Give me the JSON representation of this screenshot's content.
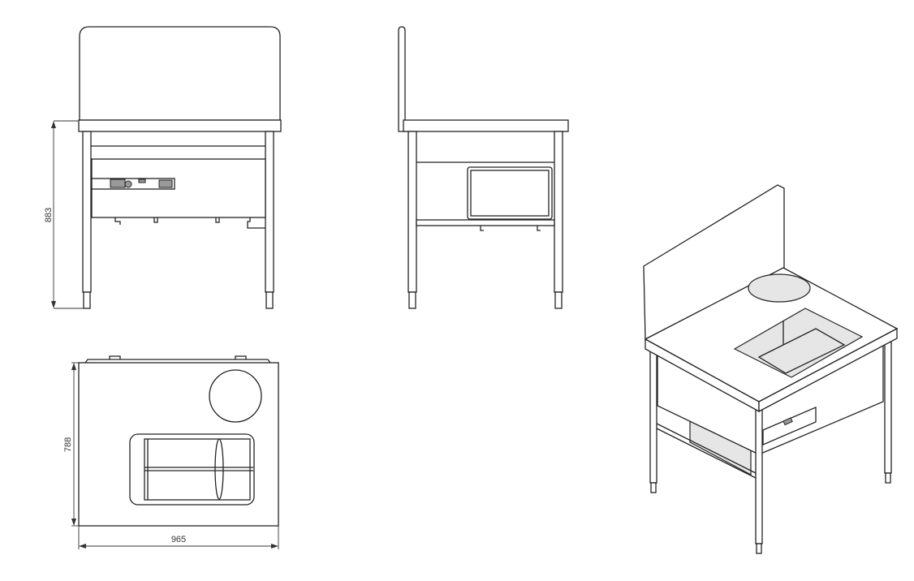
{
  "drawing": {
    "views": [
      "front",
      "side",
      "top",
      "isometric"
    ],
    "dimensions": {
      "height": "883",
      "depth": "788",
      "width": "965"
    }
  }
}
